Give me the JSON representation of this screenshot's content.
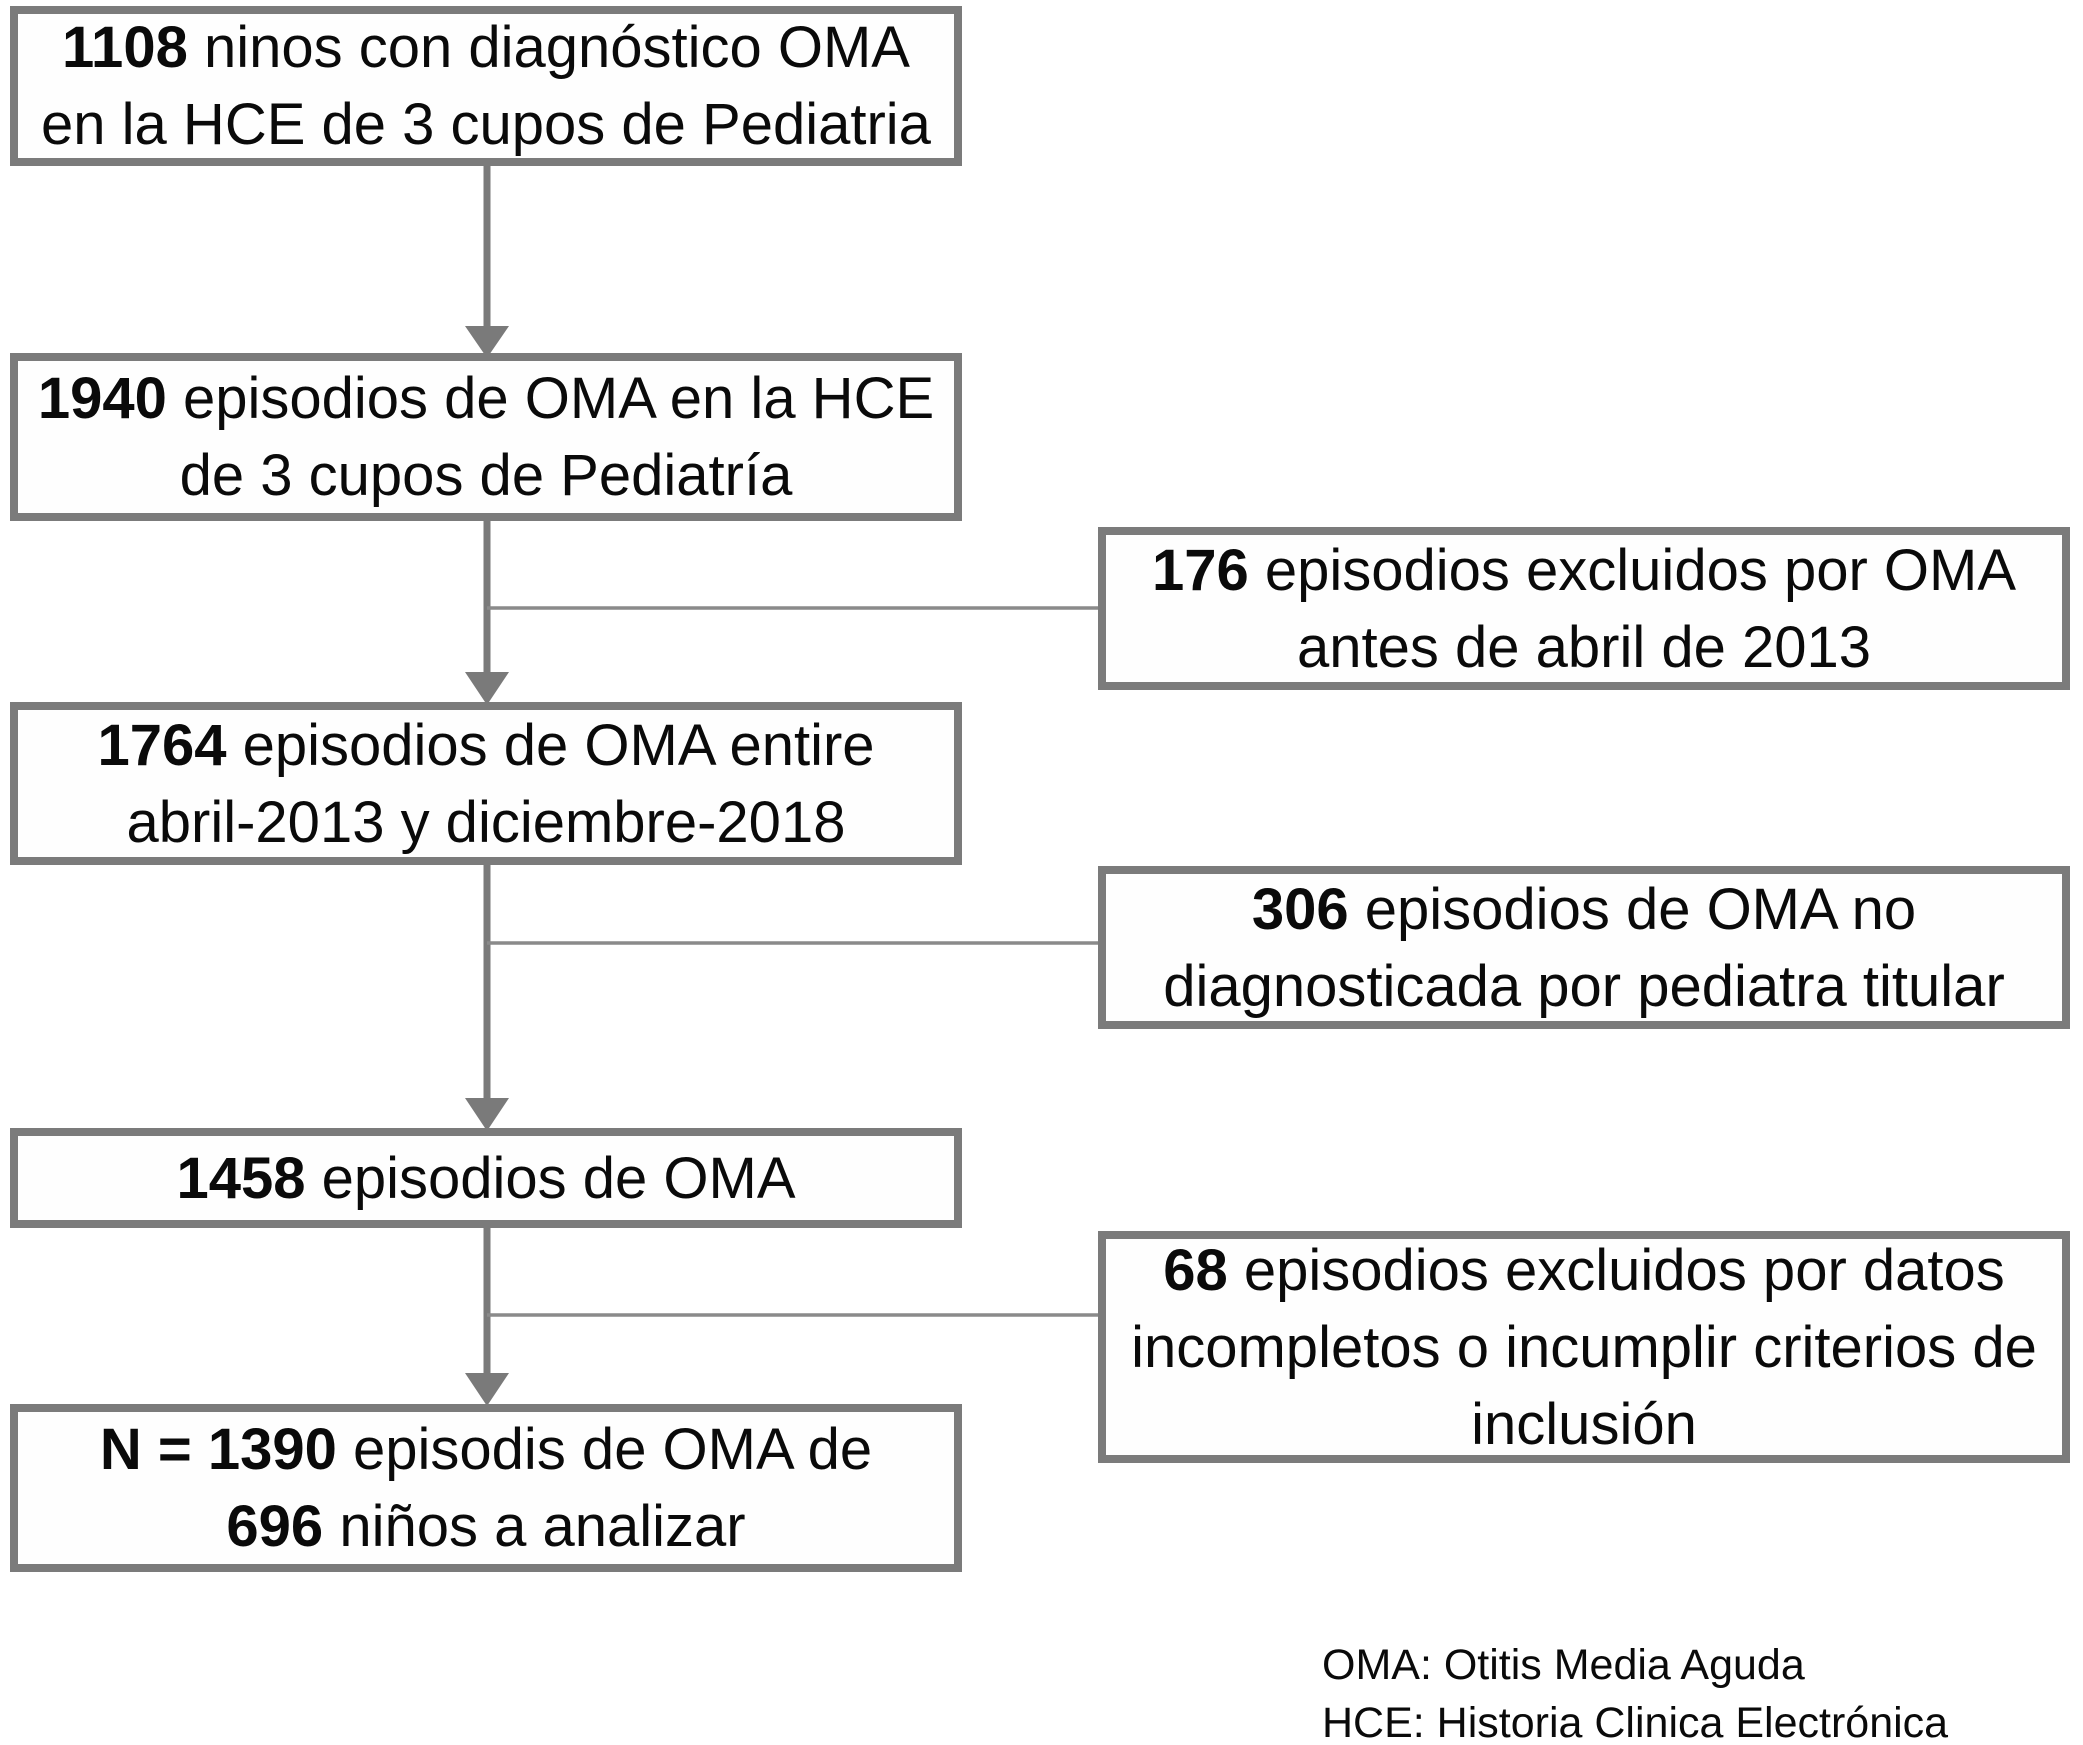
{
  "colors": {
    "background": "#ffffff",
    "text": "#0a0a0a",
    "box-border": "#7b7b7b",
    "connector": "#7a7a7a",
    "connector-light": "#8a8a8a"
  },
  "flow": {
    "box1108": {
      "num": "1108",
      "rest": " ninos con diagnóstico OMA",
      "line2": "en la HCE de 3 cupos de Pediatria"
    },
    "box1940": {
      "num": "1940",
      "rest": " episodios de OMA en la HCE",
      "line2": "de 3 cupos de Pediatría"
    },
    "box1764": {
      "num": "1764",
      "rest": " episodios de OMA entire",
      "line2": "abril-2013 y diciembre-2018"
    },
    "box1458": {
      "num": "1458",
      "rest": " episodios de OMA"
    },
    "box1390": {
      "num": "N = 1390",
      "rest": " episodis de OMA de",
      "num2": "696",
      "rest2": " niños a analizar"
    }
  },
  "exclusions": {
    "box176": {
      "num": "176",
      "rest": " episodios excluidos por OMA",
      "line2": "antes de abril de 2013"
    },
    "box306": {
      "num": "306",
      "rest": " episodios de OMA no",
      "line2": "diagnosticada por pediatra titular"
    },
    "box68": {
      "num": "68",
      "rest": " episodios excluidos por datos",
      "line2": "incompletos o incumplir criterios de",
      "line3": "inclusión"
    }
  },
  "legend": {
    "line1": "OMA: Otitis Media Aguda",
    "line2": "HCE: Historia Clinica Electrónica"
  }
}
